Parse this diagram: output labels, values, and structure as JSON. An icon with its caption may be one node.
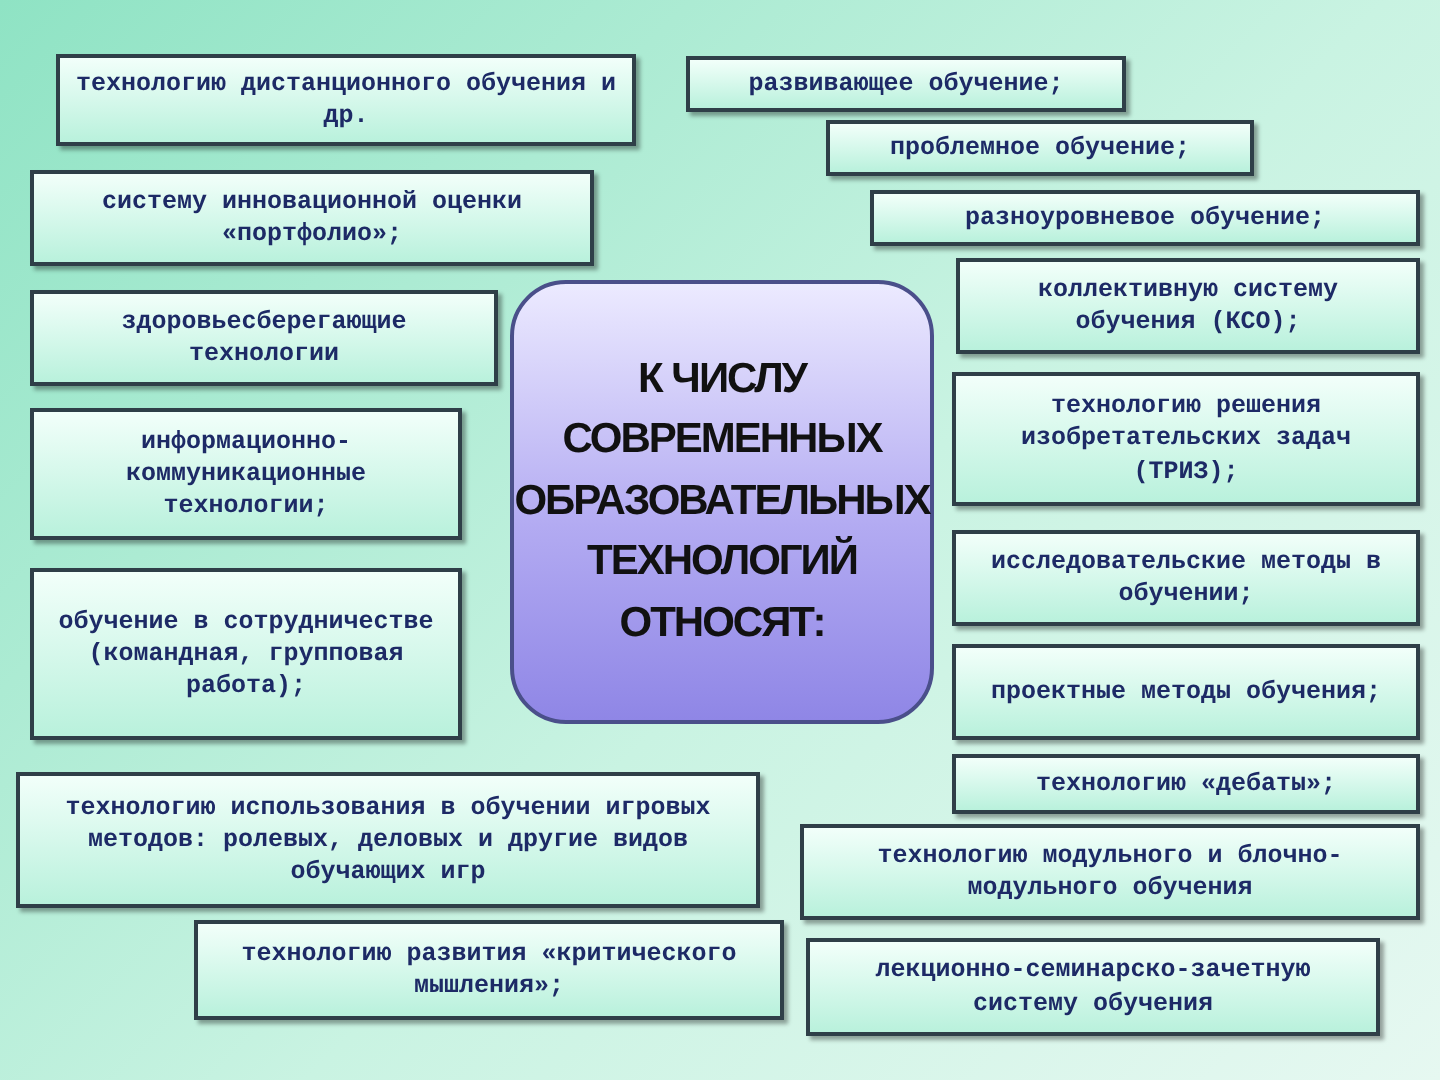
{
  "diagram": {
    "nodes": [
      {
        "text": [
          "К ЧИСЛУ СОВРЕМЕННЫХ ОБРАЗОВАТЕЛЬНЫХ ТЕХНОЛОГИЙ ОТНОСЯТ:"
        ]
      },
      {
        "text": [
          "технологию дистанционного обучения и др."
        ]
      },
      {
        "text": [
          "систему инновационной оценки «портфолио»;"
        ]
      },
      {
        "text": [
          "здоровьесберегающие технологии"
        ]
      },
      {
        "text": [
          "информационно-коммуникационные технологии;"
        ]
      },
      {
        "text": [
          "обучение в сотрудничестве (командная, групповая работа);"
        ]
      },
      {
        "text": [
          "технологию использования в обучении игровых методов: ролевых, деловых и другие видов обучающих игр"
        ]
      },
      {
        "text": [
          "технологию развития «критического мышления»;"
        ]
      },
      {
        "text": [
          "развивающее обучение;"
        ]
      },
      {
        "text": [
          "проблемное обучение;"
        ]
      },
      {
        "text": [
          "разноуровневое обучение;"
        ]
      },
      {
        "text": [
          "коллективную систему обучения (КСО);"
        ]
      },
      {
        "text": [
          "технологию решения изобретательских задач (ТРИЗ);"
        ]
      },
      {
        "text": [
          "исследовательские методы в обучении;"
        ]
      },
      {
        "text": [
          "проектные методы обучения;"
        ]
      },
      {
        "text": [
          "технологию «дебаты»;"
        ]
      },
      {
        "text": [
          "технологию модульного и блочно-модульного обучения"
        ]
      },
      {
        "text": [
          "лекционно-семинарско-зачетную систему обучения"
        ]
      }
    ]
  }
}
